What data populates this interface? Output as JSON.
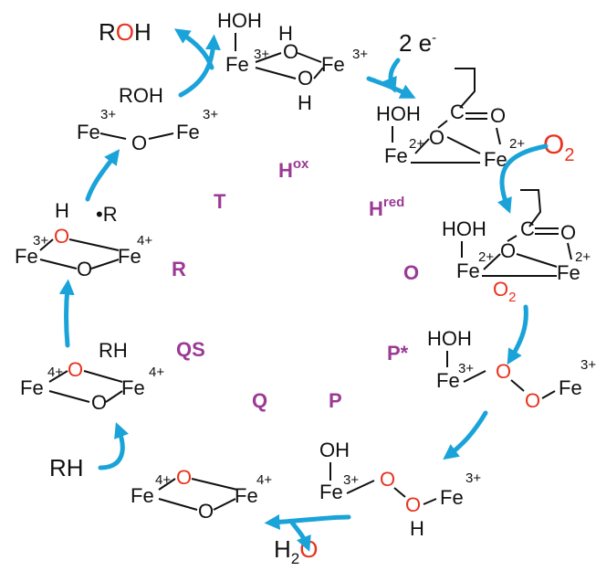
{
  "colors": {
    "arrow": "#1aa3d9",
    "state_label": "#9b3a95",
    "oxygen_highlight": "#e8321e",
    "text": "#111111"
  },
  "reagents": {
    "roh": {
      "r": "R",
      "o": "O",
      "h": "H"
    },
    "electrons": {
      "count": "2 e",
      "sup": "-"
    },
    "o2_in": {
      "o": "O",
      "sub": "2"
    },
    "rh": "RH",
    "h2o": {
      "h": "H",
      "sub": "2",
      "o": "O"
    }
  },
  "states": {
    "hox": {
      "base": "H",
      "sup": "ox"
    },
    "hred": {
      "base": "H",
      "sup": "red"
    },
    "o": "O",
    "pstar": "P*",
    "p": "P",
    "q": "Q",
    "qs": "QS",
    "r": "R",
    "t": "T"
  },
  "labels": {
    "fe": "Fe",
    "fe3": "3+",
    "fe2": "2+",
    "fe4": "4+",
    "o": "O",
    "h": "H",
    "c": "C",
    "oh": "OH",
    "hoh": "HOH",
    "roh": "ROH",
    "rh": "RH",
    "o2": {
      "o": "O",
      "sub": "2"
    },
    "radical": "•R"
  },
  "arrows": [
    "Hox-to-Hred",
    "Hred-to-O",
    "O-to-P*",
    "P*-to-P",
    "P-to-Q",
    "Q-to-QS",
    "QS-to-R",
    "R-to-T",
    "T-to-Hox"
  ]
}
